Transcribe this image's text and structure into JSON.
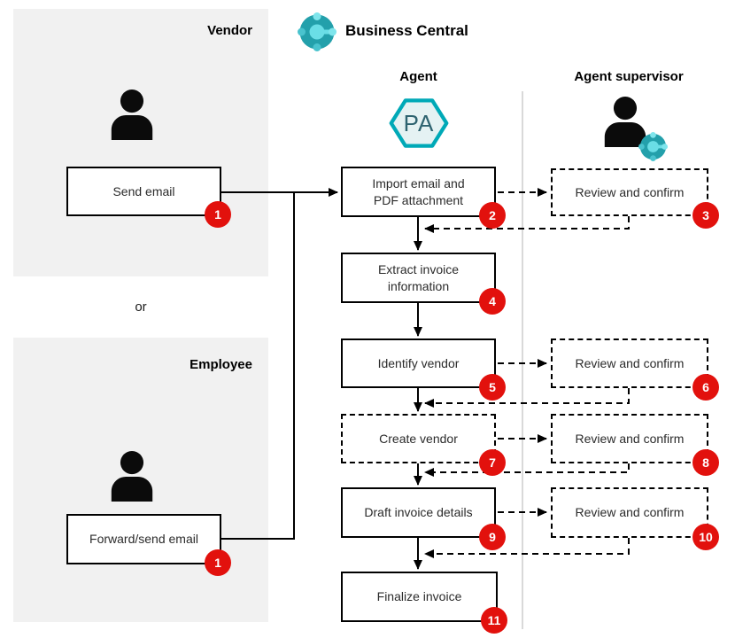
{
  "title": {
    "product_name": "Business Central"
  },
  "lanes": {
    "vendor": {
      "title": "Vendor",
      "action": "Send email",
      "badge": "1"
    },
    "or_label": "or",
    "employee": {
      "title": "Employee",
      "action": "Forward/send email",
      "badge": "1"
    }
  },
  "columns": {
    "agent": {
      "label": "Agent",
      "hexagon_text": "PA"
    },
    "supervisor": {
      "label": "Agent supervisor"
    }
  },
  "steps": [
    {
      "label": "Import email and PDF attachment",
      "badge": "2",
      "style": "solid"
    },
    {
      "label": "Extract invoice information",
      "badge": "4",
      "style": "solid"
    },
    {
      "label": "Identify vendor",
      "badge": "5",
      "style": "solid"
    },
    {
      "label": "Create vendor",
      "badge": "7",
      "style": "dashed"
    },
    {
      "label": "Draft invoice details",
      "badge": "9",
      "style": "solid"
    },
    {
      "label": "Finalize invoice",
      "badge": "11",
      "style": "solid"
    }
  ],
  "reviews": [
    {
      "label": "Review and confirm",
      "badge": "3"
    },
    {
      "label": "Review and confirm",
      "badge": "6"
    },
    {
      "label": "Review and confirm",
      "badge": "8"
    },
    {
      "label": "Review and confirm",
      "badge": "10"
    }
  ],
  "icons": {
    "business_central_logo": "dynamics-365-business-central",
    "person": "person-silhouette",
    "agent_hexagon": "pa-hexagon"
  },
  "colors": {
    "badge_red": "#E2110D",
    "teal_stroke": "#00A9B7",
    "hexagon_fill": "#E5F2F3",
    "hexagon_text": "#2E6370",
    "bc_logo_dark": "#23A0AB",
    "bc_logo_light": "#6ADEE6",
    "panel_gray": "#F1F1F1",
    "separator_gray": "#D9D9D9"
  }
}
